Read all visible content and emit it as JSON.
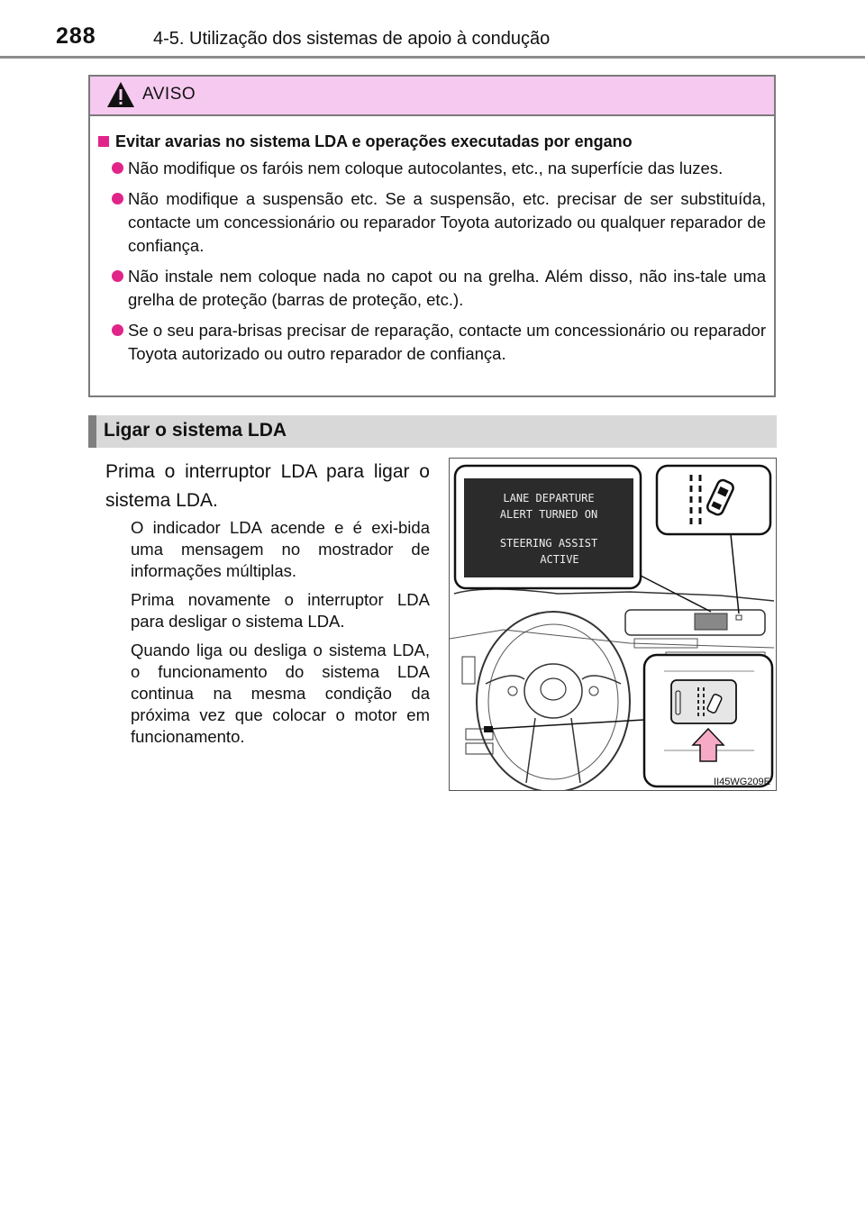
{
  "header": {
    "page_number": "288",
    "section": "4-5. Utilização dos sistemas de apoio à condução"
  },
  "warning": {
    "label": "AVISO",
    "title": "Evitar avarias no sistema LDA e operações executadas por engano",
    "items": [
      "Não modifique os faróis nem coloque autocolantes, etc., na superfície das luzes.",
      "Não modifique a suspensão etc. Se a suspensão, etc. precisar de ser substituída, contacte um concessionário ou reparador Toyota autorizado ou qualquer reparador de confiança.",
      "Não instale nem coloque nada no capot ou na grelha. Além disso, não ins-tale uma grelha de proteção (barras de proteção, etc.).",
      "Se o seu para-brisas precisar de reparação, contacte um concessionário ou reparador Toyota autorizado ou outro reparador de confiança."
    ]
  },
  "subsection": {
    "title": "Ligar o sistema LDA"
  },
  "body": {
    "instruction": "Prima o interruptor LDA para ligar o sistema LDA.",
    "notes": [
      "O indicador LDA acende e é exi-bida uma mensagem no mostrador de informações múltiplas.",
      "Prima novamente o interruptor LDA para desligar o sistema LDA.",
      "Quando liga ou desliga o sistema LDA, o funcionamento do sistema LDA continua na mesma condição da próxima vez que colocar o motor em funcionamento."
    ]
  },
  "figure": {
    "display_lines": [
      "LANE DEPARTURE",
      "ALERT TURNED ON",
      "STEERING ASSIST",
      "ACTIVE"
    ],
    "code": "II45WG209E"
  },
  "colors": {
    "warning_header": "#f6c9f0",
    "bullet": "#e1248a",
    "subsection_bg": "#d8d8d8",
    "display_bg": "#2b2b2b",
    "arrow": "#f6aac6"
  }
}
